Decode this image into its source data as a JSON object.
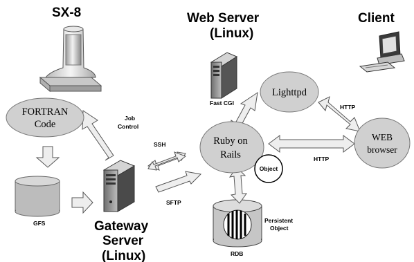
{
  "labels": {
    "sx8": "SX-8",
    "web_server_line1": "Web  Server",
    "web_server_line2": "(Linux)",
    "client": "Client",
    "gateway_line1": "Gateway",
    "gateway_line2": "Server",
    "gateway_line3": "(Linux)"
  },
  "nodes": {
    "fortran_line1": "FORTRAN",
    "fortran_line2": "Code",
    "lighttpd": "Lighttpd",
    "rails_line1": "Ruby on",
    "rails_line2": "Rails",
    "object": "Object",
    "web_browser_line1": "WEB",
    "web_browser_line2": "browser"
  },
  "edge_labels": {
    "job_control_line1": "Job",
    "job_control_line2": "Control",
    "fast_cgi": "Fast CGI",
    "http_top": "HTTP",
    "http_mid": "HTTP",
    "ssh": "SSH",
    "sftp": "SFTP",
    "gfs": "GFS",
    "rdb": "RDB",
    "persistent_line1": "Persistent",
    "persistent_line2": "Object"
  },
  "colors": {
    "node_fill": "#d0d0d0",
    "arrow_fill": "#eeeeee"
  }
}
